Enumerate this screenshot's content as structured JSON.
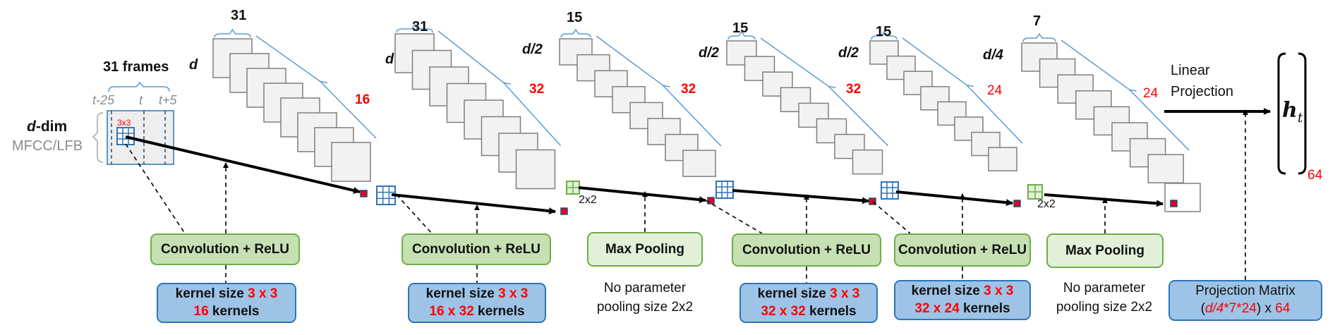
{
  "input": {
    "title": "31 frames",
    "t_left": "t-25",
    "t_mid": "t",
    "t_right": "t+5",
    "dim_d": "d",
    "dim_suffix": "-dim",
    "feature": "MFCC/LFB",
    "kernel_tag": "3x3"
  },
  "stacks": [
    {
      "width_label": "31",
      "height_label": "d",
      "depth_label": "16"
    },
    {
      "width_label": "31",
      "height_label": "d",
      "depth_label": "32"
    },
    {
      "width_label": "15",
      "height_label": "d/2",
      "depth_label": "32"
    },
    {
      "width_label": "15",
      "height_label": "d/2",
      "depth_label": "32"
    },
    {
      "width_label": "15",
      "height_label": "d/2",
      "depth_label": "24"
    },
    {
      "width_label": "7",
      "height_label": "d/4",
      "depth_label": "24"
    }
  ],
  "pool_tags": [
    "2x2",
    "2x2"
  ],
  "operations": [
    {
      "label": "Convolution + ReLU",
      "kernel_prefix": "kernel size ",
      "kernel_size": "3 x 3",
      "count": "16",
      "count_suffix": " kernels"
    },
    {
      "label": "Convolution + ReLU",
      "kernel_prefix": "kernel size ",
      "kernel_size": "3 x 3",
      "count": "16 x 32",
      "count_suffix": " kernels"
    },
    {
      "label": "Max Pooling",
      "note_line1": "No parameter",
      "note_line2": "pooling size 2x2"
    },
    {
      "label": "Convolution + ReLU",
      "kernel_prefix": "kernel size ",
      "kernel_size": "3 x 3",
      "count": "32 x 32",
      "count_suffix": " kernels"
    },
    {
      "label": "Convolution + ReLU",
      "kernel_prefix": "kernel size ",
      "kernel_size": "3 x 3",
      "count": "32 x 24",
      "count_suffix": " kernels"
    },
    {
      "label": "Max Pooling",
      "note_line1": "No parameter",
      "note_line2": "pooling size 2x2"
    }
  ],
  "projection": {
    "label_line1": "Linear",
    "label_line2": "Projection",
    "output_symbol": "h",
    "output_subscript": "t",
    "output_dim": "64",
    "matrix_title": "Projection Matrix",
    "matrix_open": "(",
    "matrix_expr": "d/4",
    "matrix_mult": "*7*24",
    "matrix_close": ") x ",
    "matrix_dim": "64"
  },
  "colors": {
    "conv_fill": "#c5e0b3",
    "conv_border": "#70ad47",
    "pool_fill": "#e2f0d9",
    "info_fill": "#9dc3e6",
    "info_border": "#2e75b6",
    "emphasis": "#ff0000",
    "frame_fill": "#f2f2f2",
    "frame_stroke": "#7f7f7f",
    "bracket": "#5b9bd5",
    "kernel_grid": "#2e75b6",
    "pool_grid": "#70ad47"
  }
}
